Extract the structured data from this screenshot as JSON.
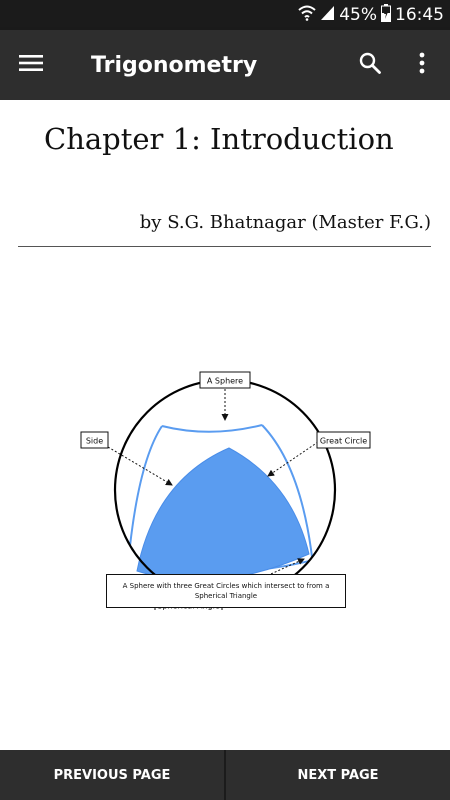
{
  "status_bar": {
    "battery": "45%",
    "time": "16:45",
    "icons": [
      "wifi-icon",
      "signal-icon",
      "battery-icon"
    ]
  },
  "app_bar": {
    "title": "Trigonometry",
    "icons": [
      "menu-icon",
      "search-icon",
      "overflow-menu-icon"
    ]
  },
  "content": {
    "chapter_title": "Chapter 1: Introduction",
    "byline": "by S.G. Bhatnagar (Master F.G.)",
    "figure": {
      "label_sphere": "A Sphere",
      "label_side": "Side",
      "label_great_circle": "Great Circle",
      "label_spherical_angle": "Spherical Angle",
      "caption_line1": "A Sphere with three Great Circles which intersect to from a",
      "caption_line2": "Spherical Triangle"
    }
  },
  "bottom_nav": {
    "previous": "PREVIOUS PAGE",
    "next": "NEXT PAGE"
  },
  "colors": {
    "app_bar": "#2e2e2e",
    "status_bar": "#1b1b1b",
    "triangle_fill": "#5a9cf0",
    "great_circle_line": "#5a9cf0"
  }
}
